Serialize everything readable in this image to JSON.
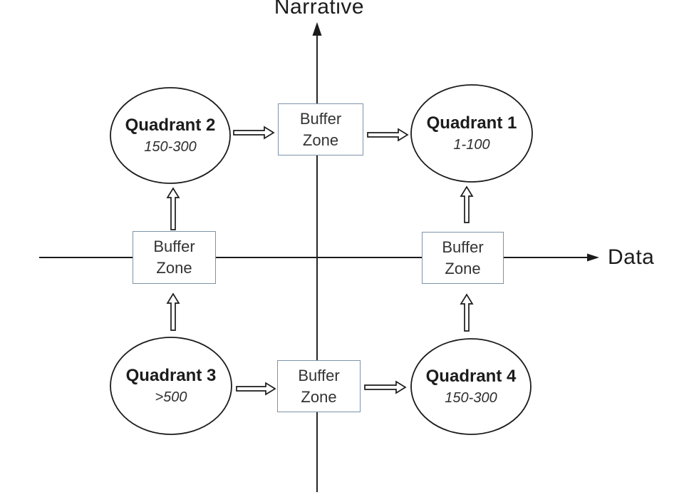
{
  "diagram": {
    "axes": {
      "y_label": "Narrative",
      "x_label": "Data"
    },
    "quadrants": [
      {
        "position": "top-left",
        "title": "Quadrant 2",
        "value": "150-300"
      },
      {
        "position": "top-right",
        "title": "Quadrant 1",
        "value": "1-100"
      },
      {
        "position": "bottom-left",
        "title": "Quadrant 3",
        "value": ">500"
      },
      {
        "position": "bottom-right",
        "title": "Quadrant 4",
        "value": "150-300"
      }
    ],
    "buffer_zones": [
      {
        "position": "top-center",
        "label_line1": "Buffer",
        "label_line2": "Zone"
      },
      {
        "position": "left-axis",
        "label_line1": "Buffer",
        "label_line2": "Zone"
      },
      {
        "position": "right-axis",
        "label_line1": "Buffer",
        "label_line2": "Zone"
      },
      {
        "position": "bottom-center",
        "label_line1": "Buffer",
        "label_line2": "Zone"
      }
    ],
    "connections": [
      {
        "from": "Quadrant 2",
        "to": "Buffer Zone (top-center)",
        "direction": "right"
      },
      {
        "from": "Buffer Zone (top-center)",
        "to": "Quadrant 1",
        "direction": "right"
      },
      {
        "from": "Buffer Zone (left-axis)",
        "to": "Quadrant 2",
        "direction": "up"
      },
      {
        "from": "Buffer Zone (right-axis)",
        "to": "Quadrant 1",
        "direction": "up"
      },
      {
        "from": "Quadrant 3",
        "to": "Buffer Zone (left-axis)",
        "direction": "up"
      },
      {
        "from": "Quadrant 4",
        "to": "Buffer Zone (right-axis)",
        "direction": "up"
      },
      {
        "from": "Quadrant 3",
        "to": "Buffer Zone (bottom-center)",
        "direction": "right"
      },
      {
        "from": "Buffer Zone (bottom-center)",
        "to": "Quadrant 4",
        "direction": "right"
      }
    ],
    "colors": {
      "background": "#ffffff",
      "line": "#1b1b1b",
      "box_border": "#7e93a8",
      "text": "#2e2e2e"
    }
  }
}
